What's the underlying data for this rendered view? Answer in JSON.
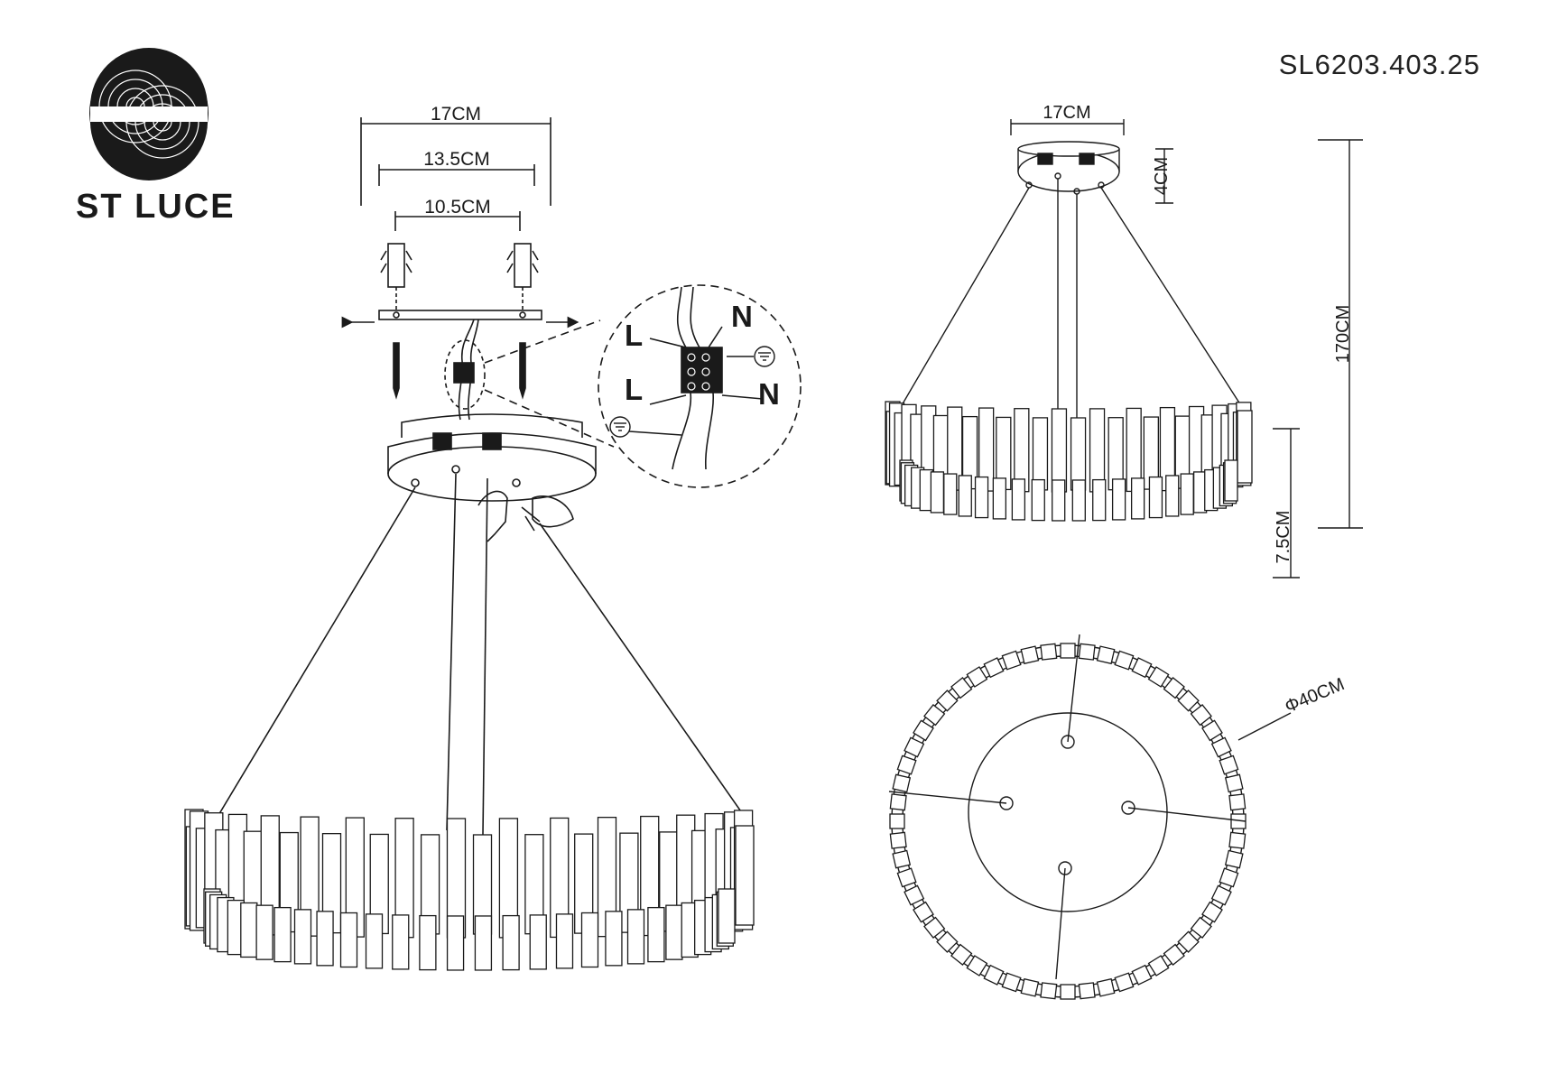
{
  "brand": {
    "name": "ST LUCE",
    "logo_icon": "swirl-s-logo"
  },
  "model_number": "SL6203.403.25",
  "mounting": {
    "dimensions": {
      "outer": "17CM",
      "middle": "13.5CM",
      "inner": "10.5CM"
    },
    "wiring_labels": {
      "live_top": "L",
      "neutral_top": "N",
      "live_bottom": "L",
      "neutral_bottom": "N"
    },
    "ground_icon": "ground-symbol-icon"
  },
  "side_view": {
    "canopy_width": "17CM",
    "canopy_height": "4CM",
    "total_height": "170CM",
    "ring_height": "7.5CM"
  },
  "top_view": {
    "diameter": "Φ40CM"
  },
  "colors": {
    "line": "#1a1a1a",
    "background": "#ffffff"
  }
}
